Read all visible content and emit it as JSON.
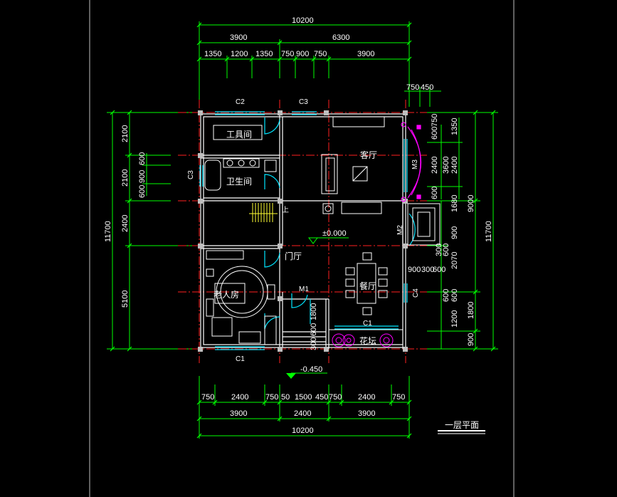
{
  "drawing_title": "一层平面",
  "rooms": {
    "tool_room": "工具间",
    "bathroom": "卫生间",
    "living_room": "客厅",
    "elder_room": "老人房",
    "entrance_hall": "门厅",
    "dining_room": "餐厅",
    "flower_bed": "花坛"
  },
  "tags": {
    "c2": "C2",
    "c3_top": "C3",
    "c3_left": "C3",
    "c1_bottom": "C1",
    "c1_flower": "C1",
    "m1": "M1",
    "m2": "M2",
    "m3": "M3",
    "c4": "C4",
    "stair_up": "上"
  },
  "levels": {
    "floor": "±0.000",
    "outdoor": "-0.450"
  },
  "dims_top": {
    "total": "10200",
    "seg1": "3900",
    "seg2": "6300",
    "d1": "1350",
    "d2": "1200",
    "d3": "1350",
    "d4": "750",
    "d5": "900",
    "d6": "750",
    "d7": "3900",
    "r1": "750",
    "r2": "450"
  },
  "dims_bottom": {
    "a1": "750",
    "a2": "2400",
    "a3": "750",
    "a4": "50",
    "a5": "1500",
    "a6": "450",
    "a7": "750",
    "a8": "2400",
    "a9": "750",
    "b1": "3900",
    "b2": "2400",
    "b3": "3900",
    "total": "10200"
  },
  "dims_left": {
    "total": "11700",
    "s1": "2100",
    "s2": "2100",
    "s3": "2400",
    "s4": "5100",
    "w1": "600",
    "w2": "900",
    "w3": "600"
  },
  "dims_right": {
    "total": "11700",
    "total2": "9000",
    "i1": "600",
    "i2": "750",
    "i3": "1350",
    "i4": "2400",
    "i5": "3600",
    "i6": "2400",
    "i7": "600",
    "i8": "1680",
    "i9": "900",
    "i10": "300",
    "i11": "600",
    "i12": "2070",
    "i13": "900",
    "i14": "300",
    "i15": "600",
    "i16": "600",
    "i17": "600",
    "i18": "1800",
    "i19": "1200",
    "i20": "900"
  },
  "dims_door": {
    "d1": "1800",
    "d2": "600",
    "d3": "300"
  }
}
